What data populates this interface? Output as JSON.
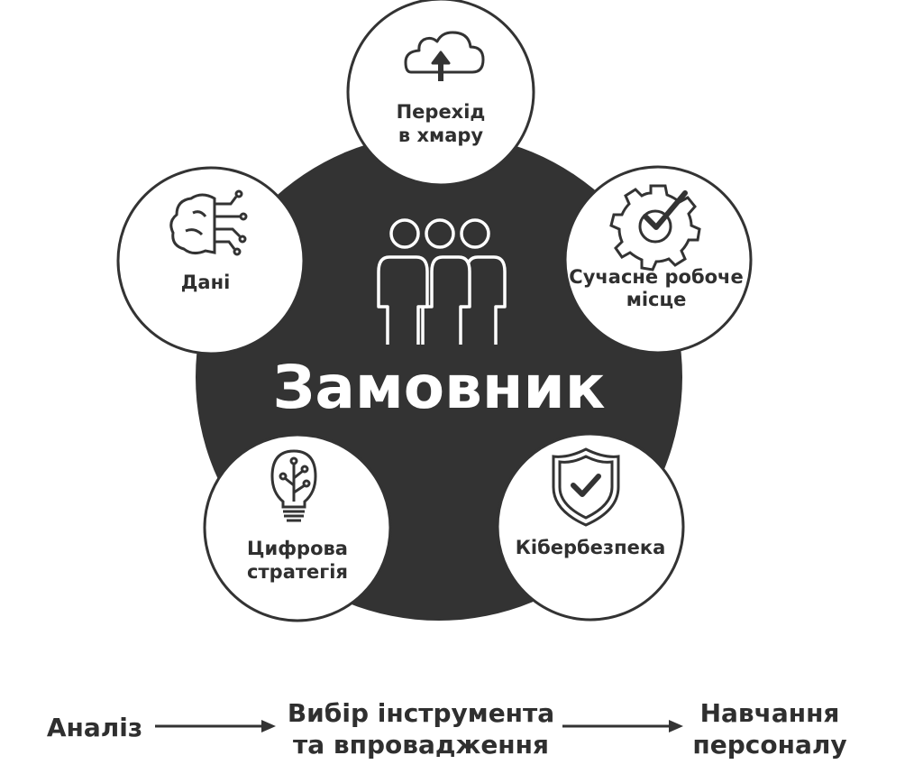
{
  "center": {
    "title": "Замовник",
    "icon": "people-group-icon"
  },
  "nodes": [
    {
      "id": "cloud",
      "lines": [
        "Перехід",
        "в хмару"
      ],
      "icon": "cloud-upload-icon"
    },
    {
      "id": "data",
      "lines": [
        "Дані"
      ],
      "icon": "brain-circuit-icon"
    },
    {
      "id": "workplace",
      "lines": [
        "Сучасне робоче",
        "місце"
      ],
      "icon": "gear-check-icon"
    },
    {
      "id": "strategy",
      "lines": [
        "Цифрова",
        "стратегія"
      ],
      "icon": "lightbulb-icon"
    },
    {
      "id": "security",
      "lines": [
        "Кібербезпека"
      ],
      "icon": "shield-check-icon"
    }
  ],
  "flow": [
    {
      "lines": [
        "Аналіз"
      ]
    },
    {
      "lines": [
        "Вибір інструмента",
        "та впровадження"
      ]
    },
    {
      "lines": [
        "Навчання",
        "персоналу"
      ]
    }
  ],
  "colors": {
    "hub": "#333333",
    "ring": "#333333",
    "text": "#2f2f2f",
    "background": "#ffffff"
  }
}
